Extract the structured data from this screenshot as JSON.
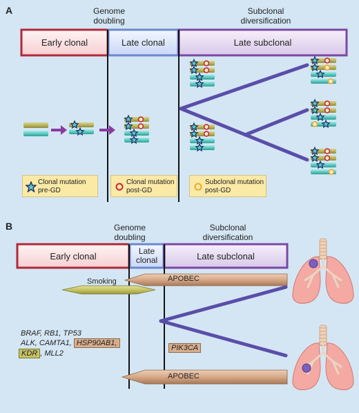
{
  "panel_a": {
    "letter": "A",
    "header_genome_doubling": [
      "Genome",
      "doubling"
    ],
    "header_subclonal": [
      "Subclonal",
      "diversification"
    ],
    "phases": {
      "early": "Early clonal",
      "late": "Late clonal",
      "subclonal": "Late subclonal"
    },
    "legend": [
      {
        "line1": "Clonal mutation",
        "line2": "pre-GD",
        "marker": "star-icon"
      },
      {
        "line1": "Clonal mutation",
        "line2": "post-GD",
        "marker": "red-circle-icon"
      },
      {
        "line1": "Subclonal mutation",
        "line2": "post-GD",
        "marker": "yellow-circle-icon"
      }
    ]
  },
  "panel_b": {
    "letter": "B",
    "header_genome_doubling": [
      "Genome",
      "doubling"
    ],
    "header_subclonal": [
      "Subclonal",
      "diversification"
    ],
    "phases": {
      "early": "Early clonal",
      "late": [
        "Late",
        "clonal"
      ],
      "subclonal": "Late subclonal"
    },
    "smoking": "Smoking",
    "apobec_top": "APOBEC",
    "apobec_bottom": "APOBEC",
    "genes_line1": "BRAF, RB1, TP53",
    "genes_line2_a": "ALK, CAMTA1,",
    "genes_line2_box": "HSP90AB1,",
    "genes_line3_box": "KDR",
    "genes_line3_b": ", MLL2",
    "pik3ca": "PIK3CA"
  },
  "colors": {
    "background": "#d4e6f4",
    "early_fill": "#fbe0e2",
    "early_border": "#b02838",
    "late_fill": "#dfe8fb",
    "late_border": "#6a88cc",
    "subclonal_fill": "#e6dcf0",
    "subclonal_border": "#7a48a4",
    "timeline": "#5a4ea8",
    "chromosome_olive": "#b9b560",
    "chromosome_teal": "#5fc9c1",
    "smoking_arrow": "#c6c464",
    "apobec_arrow": "#d6a888",
    "legend_fill": "#fbe9a6",
    "lung_fill": "#f4a9a3",
    "tumor": "#7a60c0"
  }
}
